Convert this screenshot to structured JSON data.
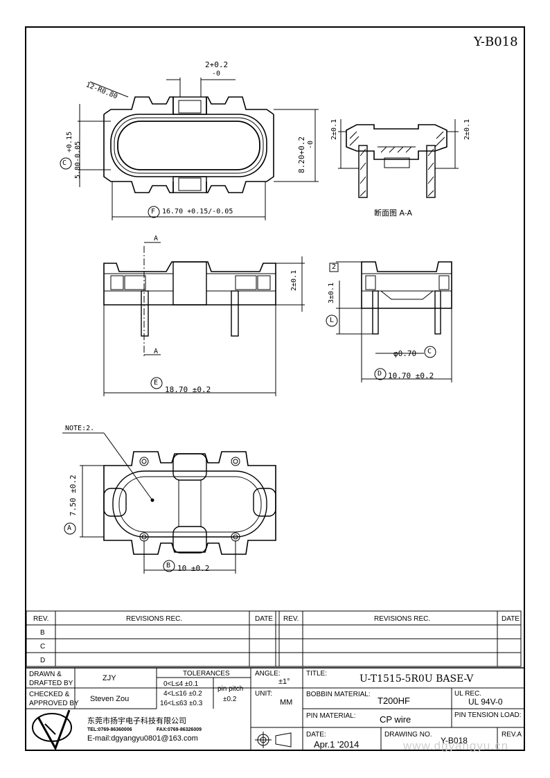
{
  "drawing_code": "Y-B018",
  "dims": {
    "d_2": "2+0.2",
    "d_2_tol": "-0",
    "d_12r": "12-R0.80",
    "d_580_upper": "+0.15",
    "d_580_lower": "5.80-0.05",
    "d_820": "8.20+0.2",
    "d_820_tol": "-0",
    "d_1670": "16.70 +0.15/-0.05",
    "d_2_top_left": "2±0.1",
    "d_2_top_right": "2±0.1",
    "section_label": "断面图 A-A",
    "cut_a_top": "A",
    "cut_a_bottom": "A",
    "d_2_front": "2±0.1",
    "d_1870": "18.70 ±0.2",
    "box_2": "2",
    "d_3": "3±0.1",
    "d_070": "φ0.70",
    "d_1070": "10.70 ±0.2",
    "note": "NOTE:2.",
    "d_750": "7.50 ±0.2",
    "d_10": "10 ±0.2"
  },
  "callouts": {
    "c": "C",
    "f": "F",
    "e": "E",
    "l": "L",
    "c2": "C",
    "d": "D",
    "a": "A",
    "b": "B"
  },
  "revisions": {
    "left_header": {
      "rev": "REV.",
      "rec": "REVISIONS   REC.",
      "date": "DATE"
    },
    "right_header": {
      "rev": "REV.",
      "rec": "REVISIONS   REC.",
      "date": "DATE"
    },
    "rows": [
      "B",
      "C",
      "D"
    ]
  },
  "title_block": {
    "drawn_label": "DRAWN  &",
    "drafted_label": "DRAFTED BY",
    "drawn_by": "ZJY",
    "checked_label": "CHECKED  &",
    "approved_label": "APPROVED BY",
    "checked_by": "Steven Zou",
    "tolerances_label": "TOLERANCES",
    "tol_1": "0<L≤4   ±0.1",
    "tol_2": "4<L≤16  ±0.2",
    "tol_3": "16<L≤63 ±0.3",
    "pin_pitch_label": "pin pitch",
    "pin_pitch_value": "±0.2",
    "angle_label": "ANGLE:",
    "angle_value": "±1°",
    "unit_label": "UNIT:",
    "unit_value": "MM",
    "title_label": "TITLE:",
    "title_value": "U-T1515-5R0U BASE-V",
    "bobbin_label": "BOBBIN MATERIAL:",
    "bobbin_value": "T200HF",
    "ul_label": "UL REC.",
    "ul_value": "UL 94V-0",
    "pin_label": "PIN MATERIAL:",
    "pin_value": "CP wire",
    "tension_label": "PIN TENSION LOAD:",
    "date_label": "DATE:",
    "date_value": "Apr.1  '2014",
    "drawing_no_label": "DRAWING NO.",
    "drawing_no_value": "Y-B018",
    "rev_label": "REV.A",
    "company_name": "东莞市扬宇电子科技有限公司",
    "tel": "TEL:0769-86360006",
    "fax": "FAX:0769-86326009",
    "email": "E-mail:dgyangyu0801@163.com",
    "watermark": "www.dgyangyu.cn"
  }
}
